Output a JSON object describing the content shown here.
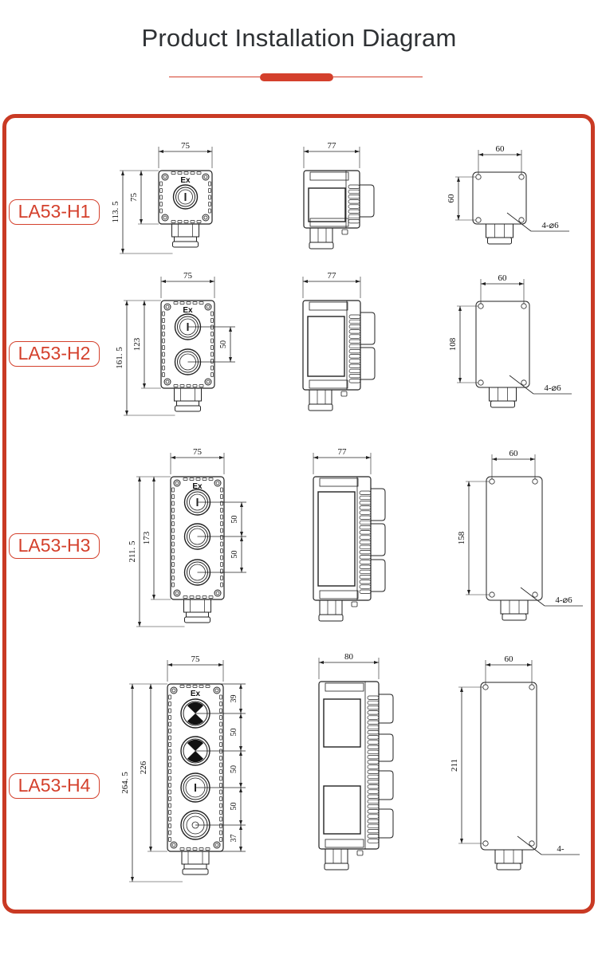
{
  "page": {
    "title": "Product Installation Diagram",
    "accent_color": "#d4402c",
    "frame_color": "#c93a24"
  },
  "models": [
    {
      "label": "LA53-H1",
      "front": {
        "width": "75",
        "height_body": "75",
        "height_total": "113. 5",
        "marking": "Ex",
        "spacings": []
      },
      "side": {
        "width": "77"
      },
      "mounting": {
        "hole_spacing_x": "60",
        "hole_spacing_y": "60",
        "holes": "4-⌀6"
      }
    },
    {
      "label": "LA53-H2",
      "front": {
        "width": "75",
        "height_body": "123",
        "height_total": "161. 5",
        "marking": "Ex",
        "spacings": [
          "50"
        ]
      },
      "side": {
        "width": "77"
      },
      "mounting": {
        "hole_spacing_x": "60",
        "hole_spacing_y": "108",
        "holes": "4-⌀6"
      }
    },
    {
      "label": "LA53-H3",
      "front": {
        "width": "75",
        "height_body": "173",
        "height_total": "211. 5",
        "marking": "Ex",
        "spacings": [
          "50",
          "50"
        ]
      },
      "side": {
        "width": "77"
      },
      "mounting": {
        "hole_spacing_x": "60",
        "hole_spacing_y": "158",
        "holes": "4-⌀6"
      }
    },
    {
      "label": "LA53-H4",
      "front": {
        "width": "75",
        "height_body": "226",
        "height_total": "264. 5",
        "marking": "Ex",
        "spacings": [
          "39",
          "50",
          "50",
          "50",
          "37"
        ]
      },
      "side": {
        "width": "80"
      },
      "mounting": {
        "hole_spacing_x": "60",
        "hole_spacing_y": "211",
        "holes": "4-"
      }
    }
  ]
}
